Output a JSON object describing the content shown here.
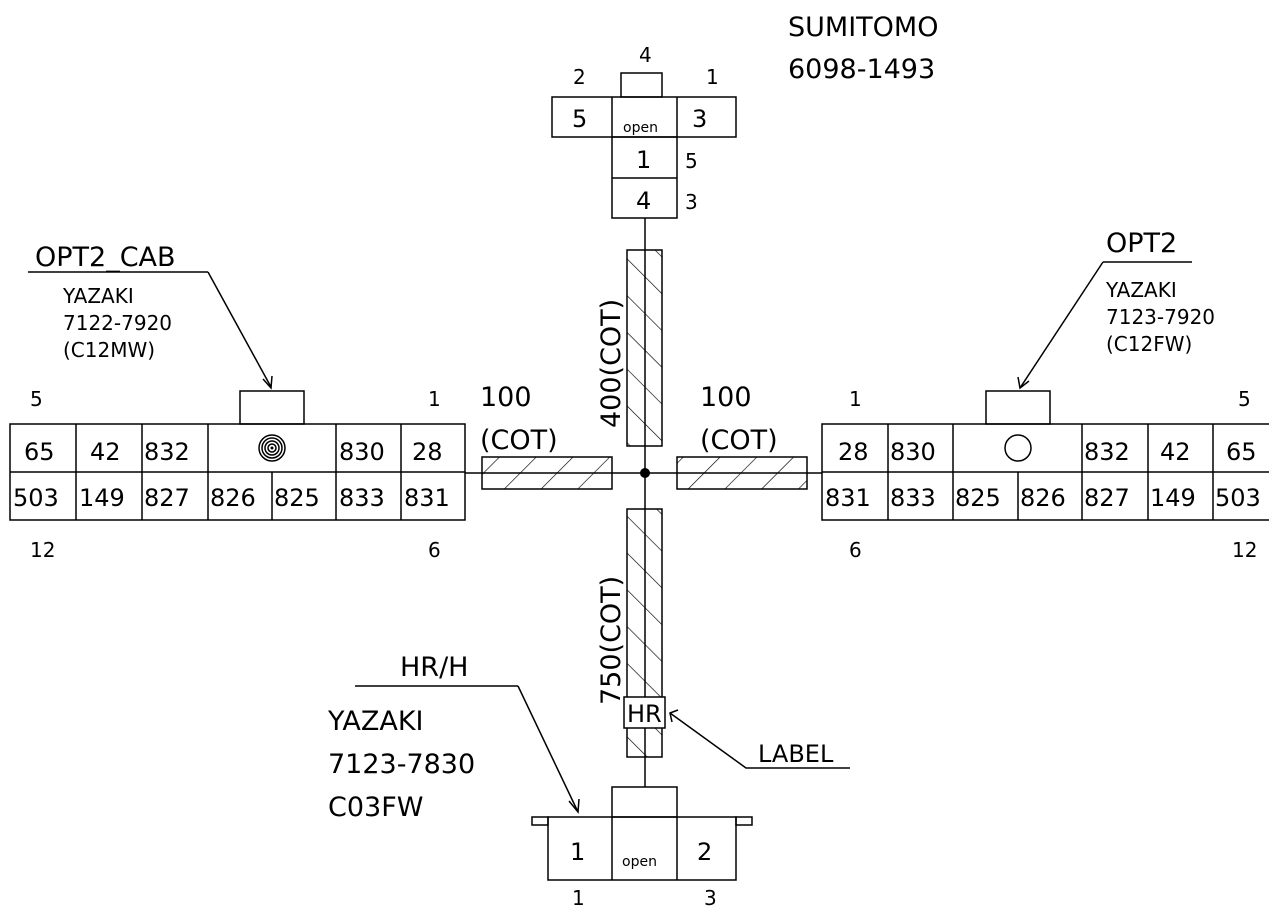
{
  "sumitomo": {
    "maker": "SUMITOMO",
    "part": "6098-1493",
    "pins": {
      "top": "4",
      "left": "2",
      "right": "1",
      "mid1": "5",
      "mid2": "3"
    },
    "cells": {
      "left": "5",
      "center": "open",
      "right": "3",
      "mid1": "1",
      "mid2": "4"
    }
  },
  "opt2_cab": {
    "title": "OPT2_CAB",
    "maker": "YAZAKI",
    "part": "7122-7920",
    "code": "(C12MW)",
    "pin_tl": "5",
    "pin_tr": "1",
    "pin_bl": "12",
    "pin_br": "6",
    "top_row": [
      "65",
      "42",
      "832",
      "",
      "830",
      "28"
    ],
    "bottom_row": [
      "503",
      "149",
      "827",
      "826",
      "825",
      "833",
      "831"
    ]
  },
  "opt2": {
    "title": "OPT2",
    "maker": "YAZAKI",
    "part": "7123-7920",
    "code": "(C12FW)",
    "pin_tl": "1",
    "pin_tr": "5",
    "pin_bl": "6",
    "pin_br": "12",
    "top_row": [
      "28",
      "830",
      "",
      "832",
      "42",
      "65"
    ],
    "bottom_row": [
      "831",
      "833",
      "825",
      "826",
      "827",
      "149",
      "503"
    ]
  },
  "branches": {
    "left": {
      "len": "100",
      "cover": "(COT)"
    },
    "right": {
      "len": "100",
      "cover": "(COT)"
    },
    "top": {
      "label": "400(COT)"
    },
    "bottom": {
      "label": "750(COT)"
    }
  },
  "hr_marker": "HR",
  "label_callout": "LABEL",
  "hrh": {
    "title": "HR/H",
    "maker": "YAZAKI",
    "part": "7123-7830",
    "code": "C03FW",
    "cells": {
      "left": "1",
      "center": "open",
      "right": "2"
    },
    "pins": {
      "left": "1",
      "right": "3"
    }
  }
}
